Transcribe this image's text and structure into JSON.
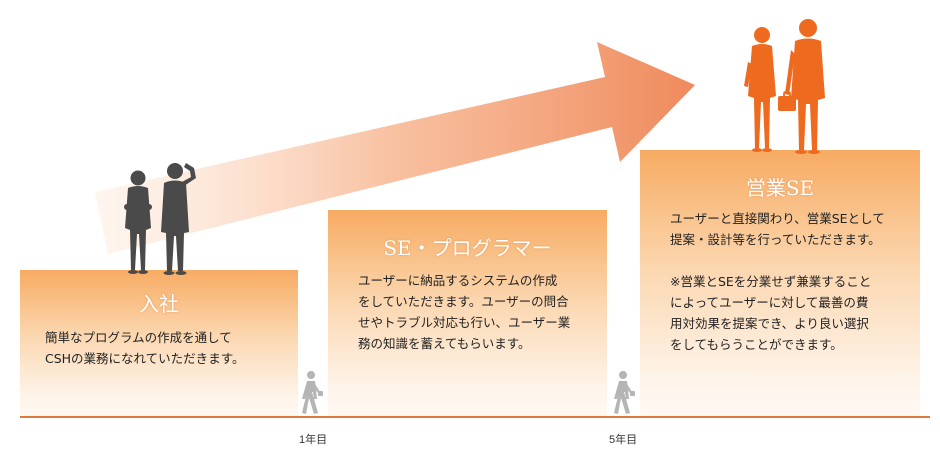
{
  "colors": {
    "accent": "#f28a3c",
    "figure_dark": "#4a4a4a",
    "figure_orange": "#ee6a1f",
    "walker_gray": "#b5b5b5",
    "timeline": "#e07a3a"
  },
  "steps": [
    {
      "title": "入社",
      "text": "簡単なプログラムの作成を通して\nCSHの業務になれていただきます。"
    },
    {
      "title": "SE・プログラマー",
      "text": "ユーザーに納品するシステムの作成\nをしていただきます。ユーザーの問合\nせやトラブル対応も行い、ユーザー業\n務の知識を蓄えてもらいます。"
    },
    {
      "title": "営業SE",
      "text": "ユーザーと直接関わり、営業SEとして\n提案・設計等を行っていただきます。\n\n※営業とSEを分業せず兼業すること\nによってユーザーに対して最善の費\n用対効果を提案でき、より良い選択\nをしてもらうことができます。"
    }
  ],
  "timeline": {
    "markers": [
      "1年目",
      "5年目"
    ]
  },
  "icons": {
    "growth_arrow": "growth-arrow-icon",
    "novice": "thinking-person-icon",
    "professional": "business-person-icon",
    "walker": "walking-person-icon"
  }
}
